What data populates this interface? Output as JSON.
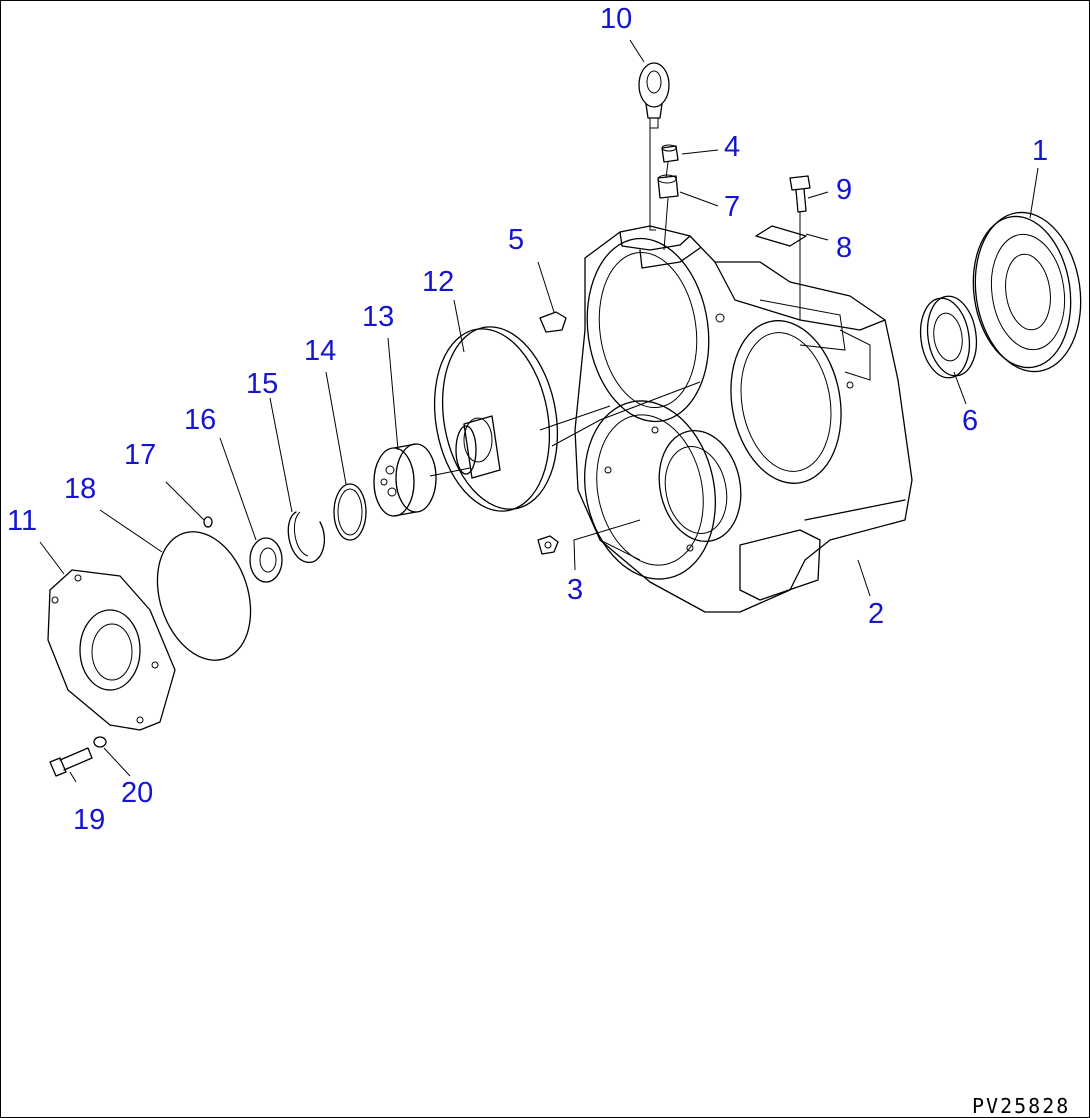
{
  "diagram": {
    "callouts": [
      {
        "id": "p1",
        "text": "1"
      },
      {
        "id": "p2",
        "text": "2"
      },
      {
        "id": "p3",
        "text": "3"
      },
      {
        "id": "p4",
        "text": "4"
      },
      {
        "id": "p5",
        "text": "5"
      },
      {
        "id": "p6",
        "text": "6"
      },
      {
        "id": "p7",
        "text": "7"
      },
      {
        "id": "p8",
        "text": "8"
      },
      {
        "id": "p9",
        "text": "9"
      },
      {
        "id": "p10",
        "text": "10"
      },
      {
        "id": "p11",
        "text": "11"
      },
      {
        "id": "p12",
        "text": "12"
      },
      {
        "id": "p13",
        "text": "13"
      },
      {
        "id": "p14",
        "text": "14"
      },
      {
        "id": "p15",
        "text": "15"
      },
      {
        "id": "p16",
        "text": "16"
      },
      {
        "id": "p17",
        "text": "17"
      },
      {
        "id": "p18",
        "text": "18"
      },
      {
        "id": "p19",
        "text": "19"
      },
      {
        "id": "p20",
        "text": "20"
      }
    ],
    "drawing_code": "PV25828",
    "colors": {
      "callout": "#1414d2",
      "line": "#000000",
      "background": "#ffffff"
    }
  }
}
